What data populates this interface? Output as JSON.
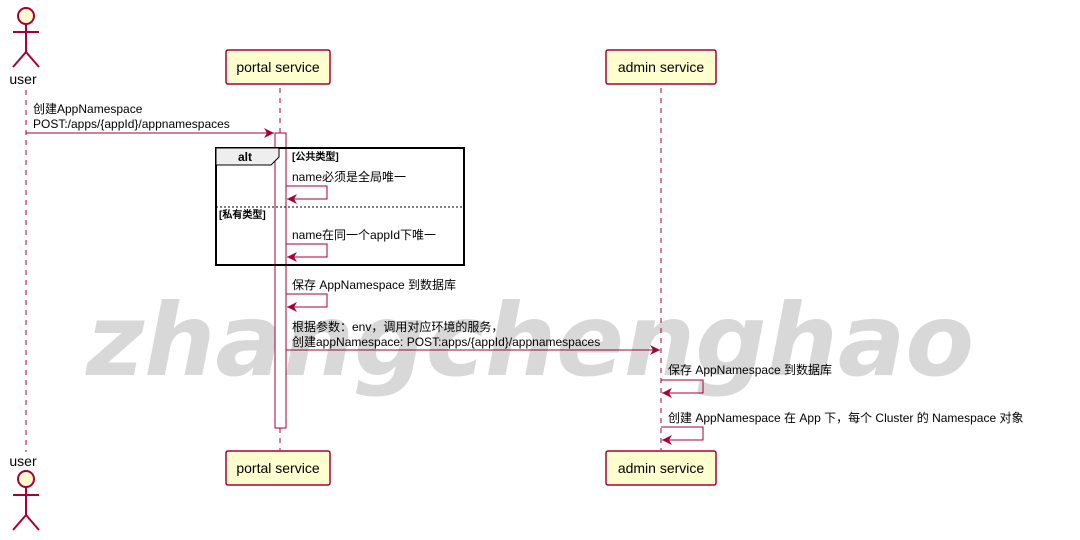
{
  "watermark": "zhangchenghao",
  "participants": {
    "user": "user",
    "portal": "portal service",
    "admin": "admin service"
  },
  "messages": {
    "m1_line1": "创建AppNamespace",
    "m1_line2": "POST:/apps/{appId}/appnamespaces",
    "alt_label": "alt",
    "alt_guard1": "[公共类型]",
    "m2": "name必须是全局唯一",
    "alt_guard2": "[私有类型]",
    "m3": "name在同一个appId下唯一",
    "m4": "保存 AppNamespace 到数据库",
    "m5_line1": "根据参数：env，调用对应环境的服务，",
    "m5_line2": "创建appNamespace: POST:apps/{appId}/appnamespaces",
    "m6": "保存 AppNamespace 到数据库",
    "m7": "创建 AppNamespace 在 App 下，每个 Cluster 的 Namespace 对象"
  },
  "colors": {
    "arrow": "#A80036",
    "box_fill": "#FEFECE",
    "box_border": "#A80036",
    "watermark": "#D8D8D8"
  }
}
